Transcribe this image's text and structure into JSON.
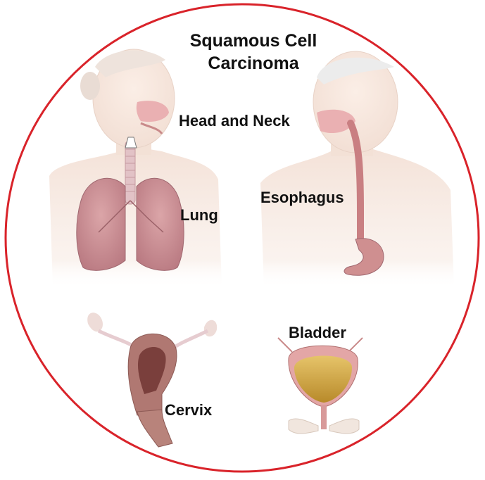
{
  "title": {
    "line1": "Squamous Cell",
    "line2": "Carcinoma"
  },
  "labels": {
    "head_neck": "Head and Neck",
    "esophagus": "Esophagus",
    "lung": "Lung",
    "bladder": "Bladder",
    "cervix": "Cervix"
  },
  "colors": {
    "circle_border": "#d9232a",
    "skin": "#f6e6dc",
    "organ": "#c98a8a",
    "bladder_fluid": "#d2a434"
  }
}
